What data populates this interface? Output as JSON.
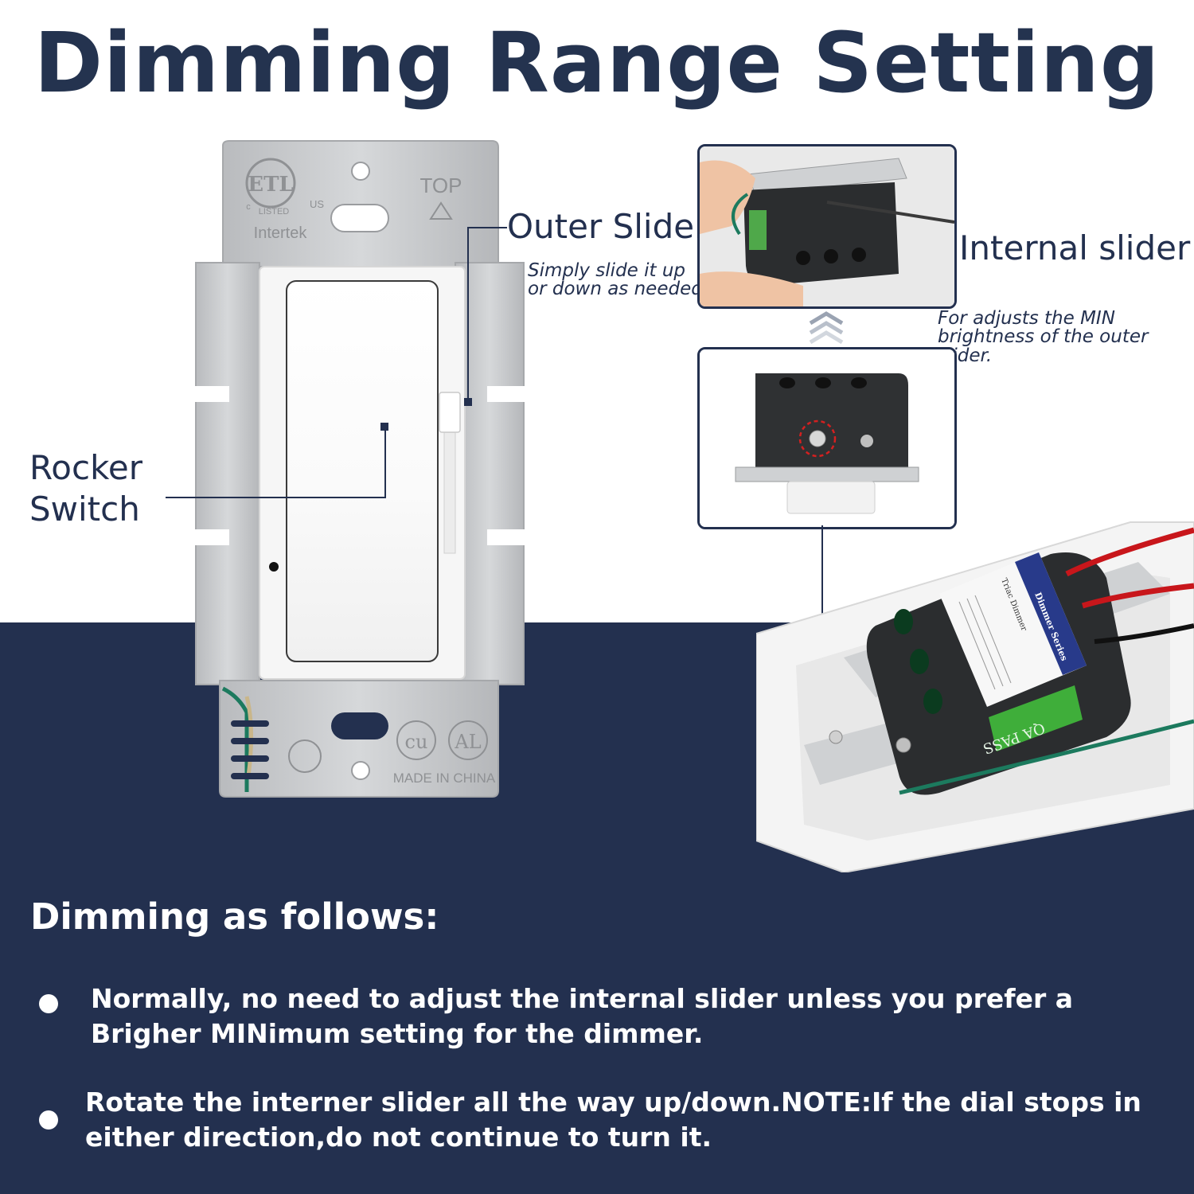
{
  "title": "Dimming Range Setting",
  "labels": {
    "outer_slider": "Outer Slider",
    "outer_slider_note_line1": "Simply slide it up",
    "outer_slider_note_line2": "or down as needed.",
    "internal_slider": "Internal slider",
    "internal_slider_note_line1": "For adjusts the MIN",
    "internal_slider_note_line2": "brightness of the outer slider.",
    "rocker_line1": "Rocker",
    "rocker_line2": "Switch"
  },
  "product_markings": {
    "top_mark": "TOP",
    "listed": "LISTED",
    "listed_c": "c",
    "listed_us": "US",
    "certifier": "Intertek",
    "made_in": "MADE IN CHINA",
    "dimmer_series": "Dimmer Series",
    "triac": "Triac Dimmer",
    "qa": "QA PASS"
  },
  "instructions": {
    "heading": "Dimming as follows:",
    "items": [
      "Normally, no need to adjust the internal slider unless you prefer a Brigher MINimum setting for the dimmer.",
      "Rotate the interner slider all the way up/down.NOTE:If the dial stops in either direction,do not continue to turn it."
    ]
  },
  "colors": {
    "navy": "#23304f",
    "plate_silver": "#c9cbcd",
    "rocker_white": "#ffffff",
    "body_black": "#2b2d2f",
    "wire_red": "#c8161b",
    "wire_green": "#1c7a5e",
    "label_blue": "#283a8a",
    "qa_green": "#3fae3a"
  }
}
